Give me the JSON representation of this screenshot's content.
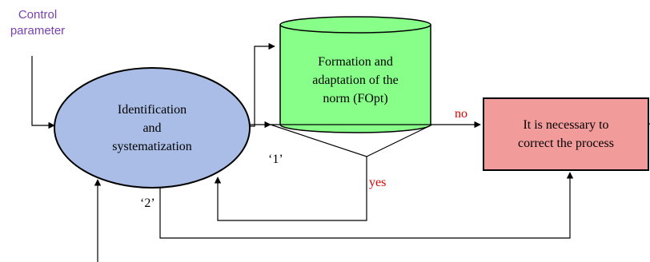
{
  "diagram": {
    "control_param_line1": "Control",
    "control_param_line2": "parameter",
    "ident_line1": "Identification",
    "ident_line2": "and",
    "ident_line3": "systematization",
    "norm_line1": "Formation and",
    "norm_line2": "adaptation of the",
    "norm_line3": "norm (FOpt)",
    "correct_line1": "It is necessary to",
    "correct_line2": "correct the process",
    "label_no": "no",
    "label_yes": "yes",
    "label_1": "‘1’",
    "label_2": "‘2’",
    "colors": {
      "control_param_text": "#7a3fb0",
      "ellipse_fill": "#a9bde6",
      "cylinder_fill": "#88ff88",
      "box_fill": "#f29b9b",
      "branch_label": "#e00000"
    }
  }
}
